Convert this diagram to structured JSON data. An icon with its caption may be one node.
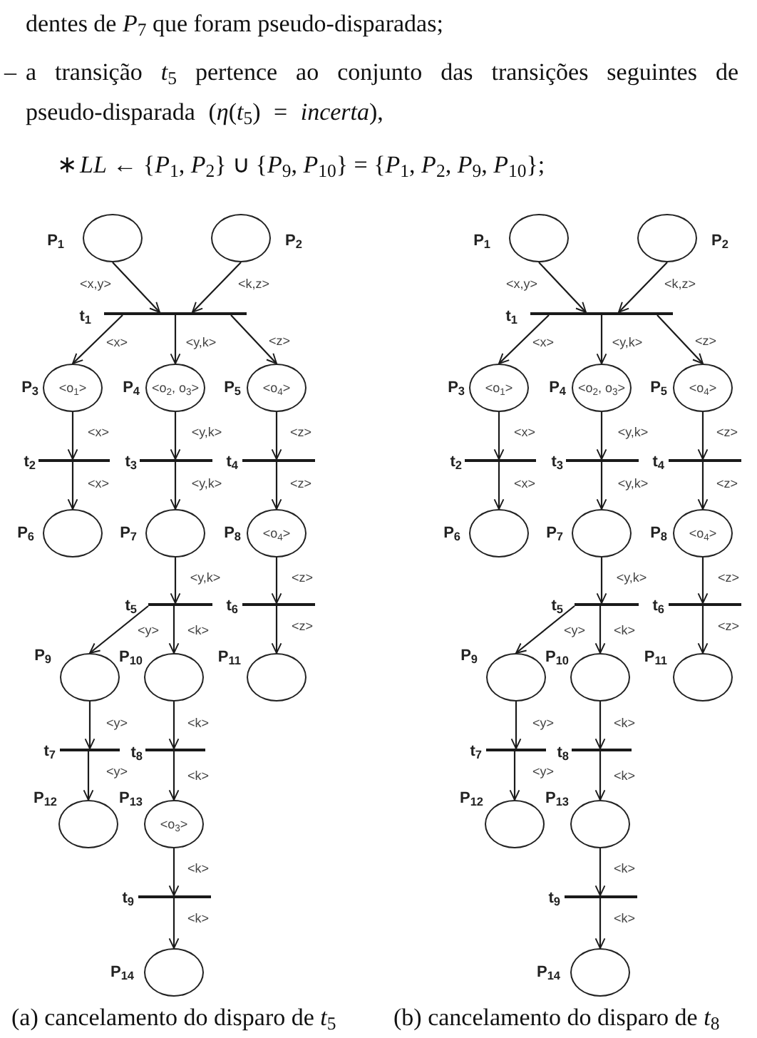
{
  "diagram": {
    "nodes": [
      {
        "text": [],
        "shape": "ellipse",
        "beside": [
          "P$_{1}$"
        ]
      },
      {
        "text": [],
        "shape": "ellipse",
        "beside": [
          "P$_{2}$"
        ]
      },
      {
        "text": [],
        "shape": "bar",
        "beside": [
          "t$_{1}$"
        ]
      },
      {
        "text": [
          "<o$_{1}$>"
        ],
        "beside": [
          "P$_{3}$"
        ]
      },
      {
        "text": [
          "<o$_{2}$, o$_{3}$>"
        ],
        "beside": [
          "P$_{4}$"
        ]
      },
      {
        "text": [
          "<o$_{4}$>"
        ],
        "beside": [
          "P$_{5}$"
        ]
      },
      {
        "text": [],
        "shape": "bar",
        "beside": [
          "t$_{2}$"
        ]
      },
      {
        "text": [],
        "shape": "bar",
        "beside": [
          "t$_{3}$"
        ]
      },
      {
        "text": [],
        "shape": "bar",
        "beside": [
          "t$_{4}$"
        ]
      },
      {
        "text": [],
        "shape": "ellipse",
        "beside": [
          "P$_{6}$"
        ]
      },
      {
        "text": [],
        "shape": "ellipse",
        "beside": [
          "P$_{7}$"
        ]
      },
      {
        "text": [
          "<o$_{4}$>"
        ],
        "beside": [
          "P$_{8}$"
        ]
      },
      {
        "text": [],
        "shape": "bar",
        "beside": [
          "t$_{5}$"
        ]
      },
      {
        "text": [],
        "shape": "bar",
        "beside": [
          "t$_{6}$"
        ]
      },
      {
        "text": [],
        "shape": "ellipse",
        "beside": [
          "P$_{9}$"
        ]
      },
      {
        "text": [],
        "shape": "ellipse",
        "beside": [
          "P$_{10}$"
        ]
      },
      {
        "text": [],
        "shape": "ellipse",
        "beside": [
          "P$_{11}$"
        ]
      },
      {
        "text": [],
        "shape": "bar",
        "beside": [
          "t$_{7}$"
        ]
      },
      {
        "text": [],
        "shape": "bar",
        "beside": [
          "t$_{8}$"
        ]
      },
      {
        "text": [],
        "shape": "ellipse",
        "beside": [
          "P$_{12}$"
        ]
      },
      {
        "text": [
          "<o$_{3}$>"
        ],
        "beside": [
          "P$_{13}$"
        ]
      },
      {
        "text": [],
        "shape": "bar",
        "beside": [
          "t$_{9}$"
        ]
      },
      {
        "text": [],
        "shape": "ellipse",
        "beside": [
          "P$_{14}$"
        ]
      },
      {
        "text": [],
        "shape": "ellipse",
        "beside": [
          "P$_{1}$"
        ]
      },
      {
        "text": [],
        "shape": "ellipse",
        "beside": [
          "P$_{2}$"
        ]
      },
      {
        "text": [],
        "shape": "bar",
        "beside": [
          "t$_{1}$"
        ]
      },
      {
        "text": [
          "<o$_{1}$>"
        ],
        "beside": [
          "P$_{3}$"
        ]
      },
      {
        "text": [
          "<o$_{2}$, o$_{3}$>"
        ],
        "beside": [
          "P$_{4}$"
        ]
      },
      {
        "text": [
          "<o$_{4}$>"
        ],
        "beside": [
          "P$_{5}$"
        ]
      },
      {
        "text": [],
        "shape": "bar",
        "beside": [
          "t$_{2}$"
        ]
      },
      {
        "text": [],
        "shape": "bar",
        "beside": [
          "t$_{3}$"
        ]
      },
      {
        "text": [],
        "shape": "bar",
        "beside": [
          "t$_{4}$"
        ]
      },
      {
        "text": [],
        "shape": "ellipse",
        "beside": [
          "P$_{6}$"
        ]
      },
      {
        "text": [],
        "shape": "ellipse",
        "beside": [
          "P$_{7}$"
        ]
      },
      {
        "text": [
          "<o$_{4}$>"
        ],
        "beside": [
          "P$_{8}$"
        ]
      },
      {
        "text": [],
        "shape": "bar",
        "beside": [
          "t$_{5}$"
        ]
      },
      {
        "text": [],
        "shape": "bar",
        "beside": [
          "t$_{6}$"
        ]
      },
      {
        "text": [],
        "shape": "ellipse",
        "beside": [
          "P$_{9}$"
        ]
      },
      {
        "text": [],
        "shape": "ellipse",
        "beside": [
          "P$_{10}$"
        ]
      },
      {
        "text": [],
        "shape": "ellipse",
        "beside": [
          "P$_{11}$"
        ]
      },
      {
        "text": [],
        "shape": "bar",
        "beside": [
          "t$_{7}$"
        ]
      },
      {
        "text": [],
        "shape": "bar",
        "beside": [
          "t$_{8}$"
        ]
      },
      {
        "text": [],
        "shape": "ellipse",
        "beside": [
          "P$_{12}$"
        ]
      },
      {
        "text": [],
        "shape": "ellipse",
        "beside": [
          "P$_{13}$"
        ]
      },
      {
        "text": [],
        "shape": "bar",
        "beside": [
          "t$_{9}$"
        ]
      },
      {
        "text": [],
        "shape": "ellipse",
        "beside": [
          "P$_{14}$"
        ]
      }
    ],
    "edges": [
      {
        "from": 0,
        "to": 2,
        "arrow": "to",
        "label": "<x,y>"
      },
      {
        "from": 1,
        "to": 2,
        "arrow": "to",
        "label": "<k,z>"
      },
      {
        "from": 2,
        "to": 3,
        "arrow": "to",
        "label": "<x>"
      },
      {
        "from": 2,
        "to": 4,
        "arrow": "to",
        "label": "<y,k>"
      },
      {
        "from": 2,
        "to": 5,
        "arrow": "to",
        "label": "<z>"
      },
      {
        "from": 3,
        "to": 6,
        "arrow": "to",
        "label": "<x>"
      },
      {
        "from": 6,
        "to": 9,
        "arrow": "to",
        "label": "<x>"
      },
      {
        "from": 4,
        "to": 7,
        "arrow": "to",
        "label": "<y,k>"
      },
      {
        "from": 7,
        "to": 10,
        "arrow": "to",
        "label": "<y,k>"
      },
      {
        "from": 5,
        "to": 8,
        "arrow": "to",
        "label": "<z>"
      },
      {
        "from": 8,
        "to": 11,
        "arrow": "to",
        "label": "<z>"
      },
      {
        "from": 10,
        "to": 12,
        "arrow": "to",
        "label": "<y,k>"
      },
      {
        "from": 12,
        "to": 14,
        "arrow": "to",
        "label": "<y>"
      },
      {
        "from": 12,
        "to": 15,
        "arrow": "to",
        "label": "<k>"
      },
      {
        "from": 11,
        "to": 13,
        "arrow": "to",
        "label": "<z>"
      },
      {
        "from": 13,
        "to": 16,
        "arrow": "to",
        "label": "<z>"
      },
      {
        "from": 14,
        "to": 17,
        "arrow": "to",
        "label": "<y>"
      },
      {
        "from": 17,
        "to": 19,
        "arrow": "to",
        "label": "<y>"
      },
      {
        "from": 15,
        "to": 18,
        "arrow": "to",
        "label": "<k>"
      },
      {
        "from": 18,
        "to": 20,
        "arrow": "to",
        "label": "<k>"
      },
      {
        "from": 20,
        "to": 21,
        "arrow": "to",
        "label": "<k>"
      },
      {
        "from": 21,
        "to": 22,
        "arrow": "to",
        "label": "<k>"
      },
      {
        "from": 23,
        "to": 25,
        "arrow": "to",
        "label": "<x,y>"
      },
      {
        "from": 24,
        "to": 25,
        "arrow": "to",
        "label": "<k,z>"
      },
      {
        "from": 25,
        "to": 26,
        "arrow": "to",
        "label": "<x>"
      },
      {
        "from": 25,
        "to": 27,
        "arrow": "to",
        "label": "<y,k>"
      },
      {
        "from": 25,
        "to": 28,
        "arrow": "to",
        "label": "<z>"
      },
      {
        "from": 26,
        "to": 29,
        "arrow": "to",
        "label": "<x>"
      },
      {
        "from": 29,
        "to": 32,
        "arrow": "to",
        "label": "<x>"
      },
      {
        "from": 27,
        "to": 30,
        "arrow": "to",
        "label": "<y,k>"
      },
      {
        "from": 30,
        "to": 33,
        "arrow": "to",
        "label": "<y,k>"
      },
      {
        "from": 28,
        "to": 31,
        "arrow": "to",
        "label": "<z>"
      },
      {
        "from": 31,
        "to": 34,
        "arrow": "to",
        "label": "<z>"
      },
      {
        "from": 33,
        "to": 35,
        "arrow": "to",
        "label": "<y,k>"
      },
      {
        "from": 35,
        "to": 37,
        "arrow": "to",
        "label": "<y>"
      },
      {
        "from": 35,
        "to": 38,
        "arrow": "to",
        "label": "<k>"
      },
      {
        "from": 34,
        "to": 36,
        "arrow": "to",
        "label": "<z>"
      },
      {
        "from": 36,
        "to": 39,
        "arrow": "to",
        "label": "<z>"
      },
      {
        "from": 37,
        "to": 40,
        "arrow": "to",
        "label": "<y>"
      },
      {
        "from": 40,
        "to": 42,
        "arrow": "to",
        "label": "<y>"
      },
      {
        "from": 38,
        "to": 41,
        "arrow": "to",
        "label": "<k>"
      },
      {
        "from": 41,
        "to": 43,
        "arrow": "to",
        "label": "<k>"
      },
      {
        "from": 43,
        "to": 44,
        "arrow": "to",
        "label": "<k>"
      },
      {
        "from": 44,
        "to": 45,
        "arrow": "to",
        "label": "<k>"
      }
    ],
    "labels": [
      "dentes de *P*$_{7}$ que foram pseudo-disparadas;",
      "–",
      "a transição *t*$_{5}$ pertence ao conjunto das transições seguintes de pseudo-disparada (*η*(*t*$_{5}$) = *incerta*),",
      "∗",
      "*LL* ← {*P*$_{1}$, *P*$_{2}$} ∪ {*P*$_{9}$, *P*$_{10}$} = {*P*$_{1}$, *P*$_{2}$, *P*$_{9}$, *P*$_{10}$};",
      "(a) cancelamento do disparo de *t*$_{5}$",
      "(b) cancelamento do disparo de *t*$_{8}$"
    ]
  }
}
